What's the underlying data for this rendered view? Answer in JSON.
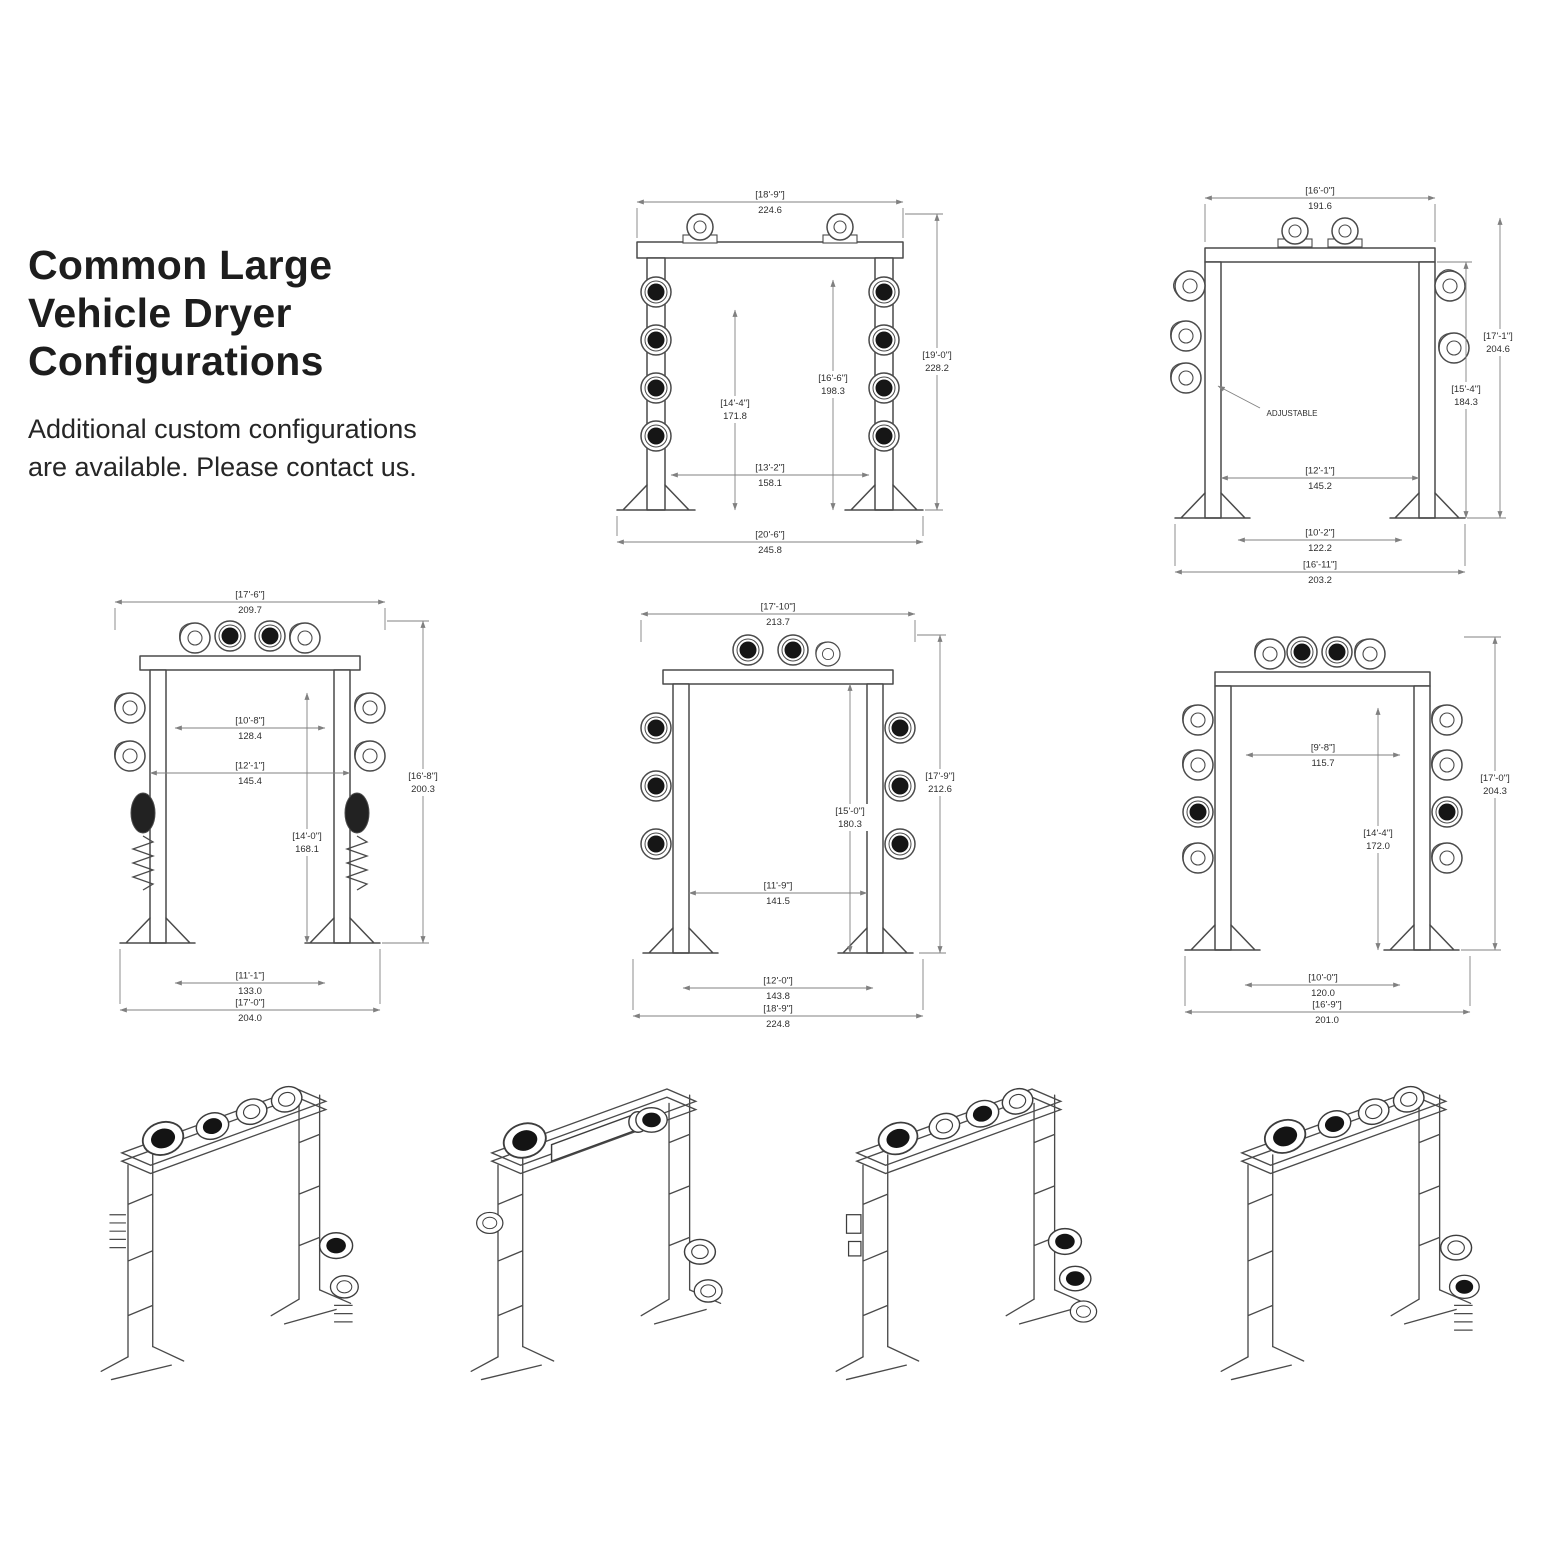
{
  "colors": {
    "ink": "#1d1d1d",
    "structure_line": "#4a4a4a",
    "dimension_line": "#808080"
  },
  "header": {
    "title_lines": [
      "Common Large",
      "Vehicle Dryer",
      "Configurations"
    ],
    "subtitle_lines": [
      "Additional custom configurations",
      "are available. Please contact us."
    ]
  },
  "diagrams": [
    {
      "name": "front-view-config-1",
      "dims": [
        {
          "name": "top-width",
          "label": "[18'-9\"]",
          "value": "224.6"
        },
        {
          "name": "inner-height-left",
          "label": "[14'-4\"]",
          "value": "171.8"
        },
        {
          "name": "inner-height-right",
          "label": "[16'-6\"]",
          "value": "198.3"
        },
        {
          "name": "overall-height",
          "label": "[19'-0\"]",
          "value": "228.2"
        },
        {
          "name": "inner-width",
          "label": "[13'-2\"]",
          "value": "158.1"
        },
        {
          "name": "base-width",
          "label": "[20'-6\"]",
          "value": "245.8"
        }
      ]
    },
    {
      "name": "front-view-config-2",
      "note": "ADJUSTABLE",
      "dims": [
        {
          "name": "top-width",
          "label": "[16'-0\"]",
          "value": "191.6"
        },
        {
          "name": "inner-height",
          "label": "[15'-4\"]",
          "value": "184.3"
        },
        {
          "name": "overall-height",
          "label": "[17'-1\"]",
          "value": "204.6"
        },
        {
          "name": "inner-width-upper",
          "label": "[12'-1\"]",
          "value": "145.2"
        },
        {
          "name": "inner-width-lower",
          "label": "[10'-2\"]",
          "value": "122.2"
        },
        {
          "name": "base-width",
          "label": "[16'-11\"]",
          "value": "203.2"
        }
      ]
    },
    {
      "name": "front-view-config-3",
      "dims": [
        {
          "name": "top-width",
          "label": "[17'-6\"]",
          "value": "209.7"
        },
        {
          "name": "inner-width-upper",
          "label": "[10'-8\"]",
          "value": "128.4"
        },
        {
          "name": "inner-width-mid",
          "label": "[12'-1\"]",
          "value": "145.4"
        },
        {
          "name": "inner-height",
          "label": "[14'-0\"]",
          "value": "168.1"
        },
        {
          "name": "overall-height",
          "label": "[16'-8\"]",
          "value": "200.3"
        },
        {
          "name": "bottom-inner-width",
          "label": "[11'-1\"]",
          "value": "133.0"
        },
        {
          "name": "base-width",
          "label": "[17'-0\"]",
          "value": "204.0"
        }
      ]
    },
    {
      "name": "front-view-config-4",
      "dims": [
        {
          "name": "top-width",
          "label": "[17'-10\"]",
          "value": "213.7"
        },
        {
          "name": "inner-height",
          "label": "[15'-0\"]",
          "value": "180.3"
        },
        {
          "name": "overall-height",
          "label": "[17'-9\"]",
          "value": "212.6"
        },
        {
          "name": "inner-width",
          "label": "[11'-9\"]",
          "value": "141.5"
        },
        {
          "name": "bottom-inner-width",
          "label": "[12'-0\"]",
          "value": "143.8"
        },
        {
          "name": "base-width",
          "label": "[18'-9\"]",
          "value": "224.8"
        }
      ]
    },
    {
      "name": "front-view-config-5",
      "dims": [
        {
          "name": "inner-top-width",
          "label": "[9'-8\"]",
          "value": "115.7"
        },
        {
          "name": "inner-height",
          "label": "[14'-4\"]",
          "value": "172.0"
        },
        {
          "name": "overall-height",
          "label": "[17'-0\"]",
          "value": "204.3"
        },
        {
          "name": "bottom-inner-width",
          "label": "[10'-0\"]",
          "value": "120.0"
        },
        {
          "name": "base-width",
          "label": "[16'-9\"]",
          "value": "201.0"
        }
      ]
    }
  ]
}
